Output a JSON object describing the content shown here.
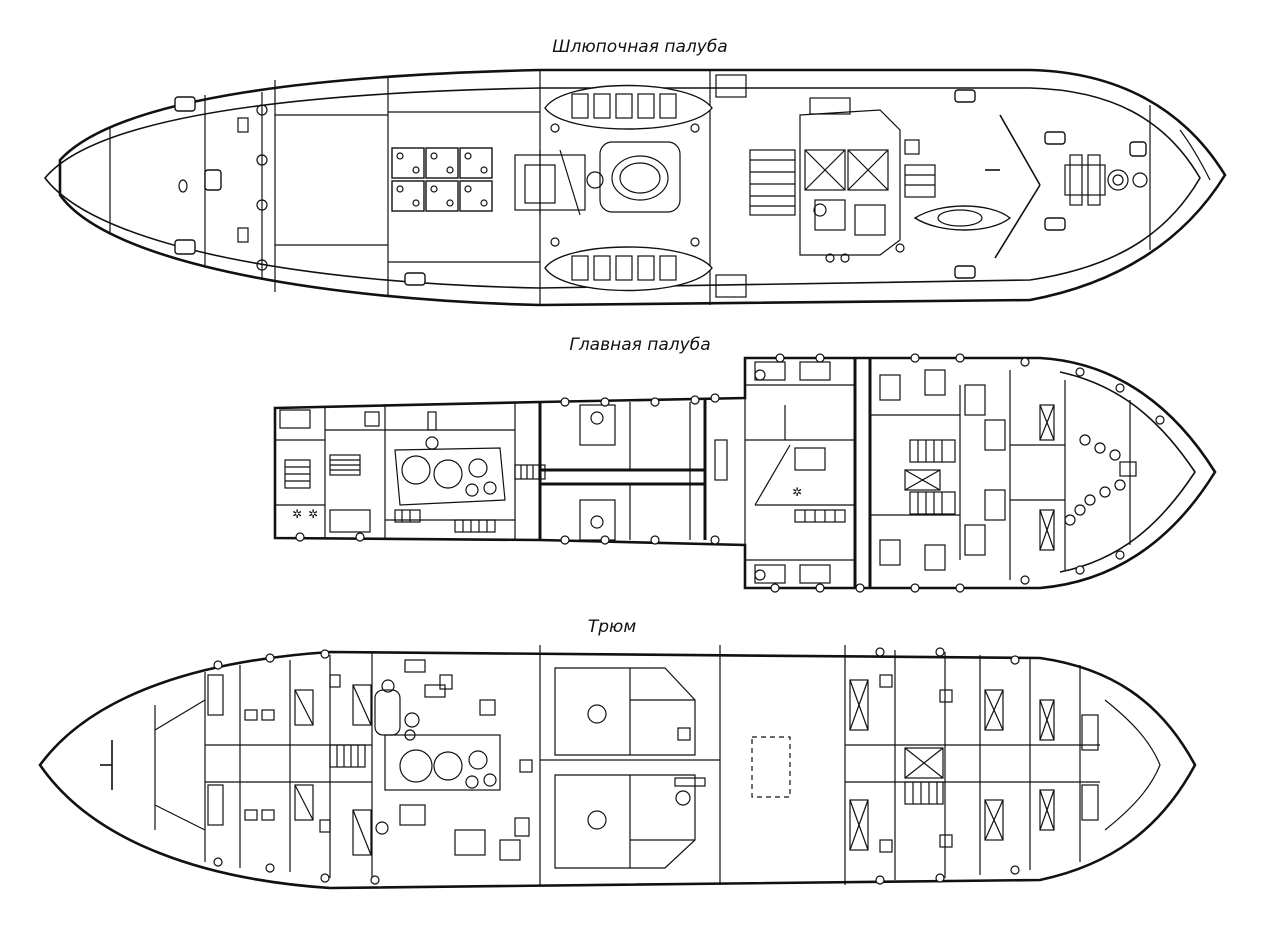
{
  "decks": [
    {
      "id": "boat-deck",
      "label": "Шлюпочная палуба"
    },
    {
      "id": "main-deck",
      "label": "Главная палуба"
    },
    {
      "id": "hold",
      "label": "Трюм"
    }
  ],
  "colors": {
    "ink": "#111111",
    "paper": "#ffffff"
  }
}
